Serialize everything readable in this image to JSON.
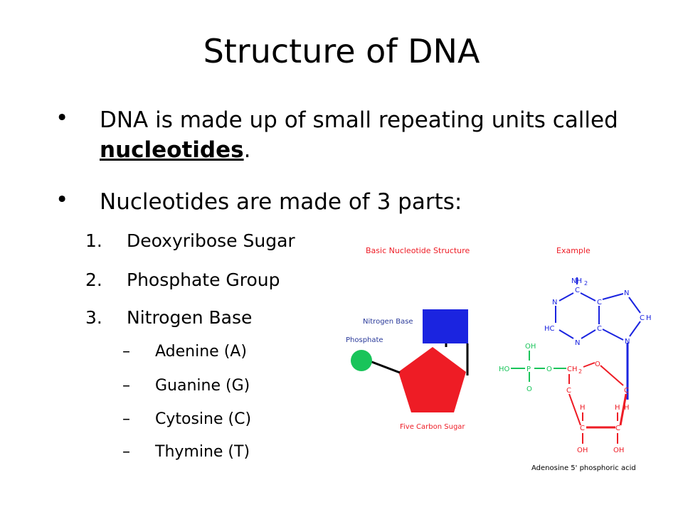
{
  "slide": {
    "title": "Structure of DNA",
    "bullet1_text": "DNA is made up of small repeating units called ",
    "bullet1_term": "nucleotides",
    "bullet1_end": ".",
    "bullet2_text": "Nucleotides are made of 3 parts:",
    "bullet_char": "•",
    "parts": [
      {
        "num": "1.",
        "label": "Deoxyribose Sugar"
      },
      {
        "num": "2.",
        "label": "Phosphate Group"
      },
      {
        "num": "3.",
        "label": "Nitrogen Base"
      }
    ],
    "sub_dash": "–",
    "bases": [
      "Adenine (A)",
      "Guanine (G)",
      "Cytosine (C)",
      "Thymine (T)"
    ]
  },
  "figure": {
    "left_title": "Basic Nucleotide Structure",
    "right_title": "Example",
    "label_nitrogen_base": "Nitrogen Base",
    "label_phosphate": "Phosphate",
    "label_sugar": "Five Carbon Sugar",
    "caption": "Adenosine 5' phosphoric acid",
    "atoms": {
      "nh": "NH",
      "two": "2",
      "c": "C",
      "n": "N",
      "h": "H",
      "hc": "HC",
      "o": "O",
      "oh": "OH",
      "ho": "HO",
      "p": "P",
      "ch": "CH"
    },
    "colors": {
      "red": "#ee1c25",
      "blue": "#1b24e0",
      "green": "#19c45a",
      "label_blue": "#2a3a9a"
    }
  }
}
